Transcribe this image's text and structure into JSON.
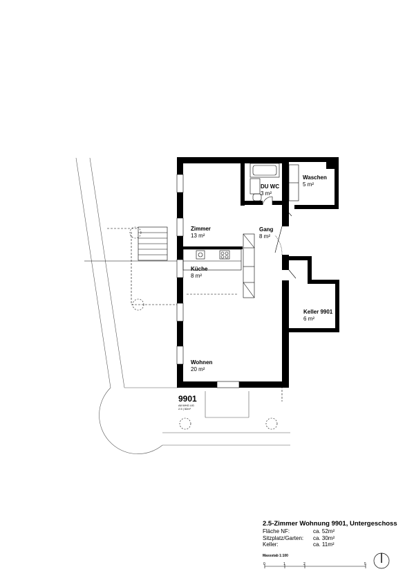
{
  "rooms": {
    "zimmer": {
      "name": "Zimmer",
      "area": "13 m²"
    },
    "gang": {
      "name": "Gang",
      "area": "8 m²"
    },
    "kueche": {
      "name": "Küche",
      "area": "8 m²"
    },
    "wohnen": {
      "name": "Wohnen",
      "area": "20 m²"
    },
    "duwc": {
      "name": "DU WC",
      "area": "3 m²"
    },
    "waschen": {
      "name": "Waschen",
      "area": "5 m²"
    },
    "keller": {
      "name": "Keller 9901",
      "area": "6 m²"
    }
  },
  "unit": {
    "number": "9901",
    "code": "A8 WHG UG",
    "size": "2.5 | 52m²"
  },
  "info": {
    "title": "2.5-Zimmer Wohnung 9901, Untergeschoss",
    "rows": [
      {
        "label": "Fläche NF:",
        "value": "ca. 52m²"
      },
      {
        "label": "Sitzplatz/Garten:",
        "value": "ca. 30m²"
      },
      {
        "label": "Keller:",
        "value": "ca. 11m²"
      }
    ]
  },
  "scale": {
    "label": "Massstab 1:100",
    "ticks": [
      "0",
      "1",
      "2",
      "5"
    ]
  }
}
